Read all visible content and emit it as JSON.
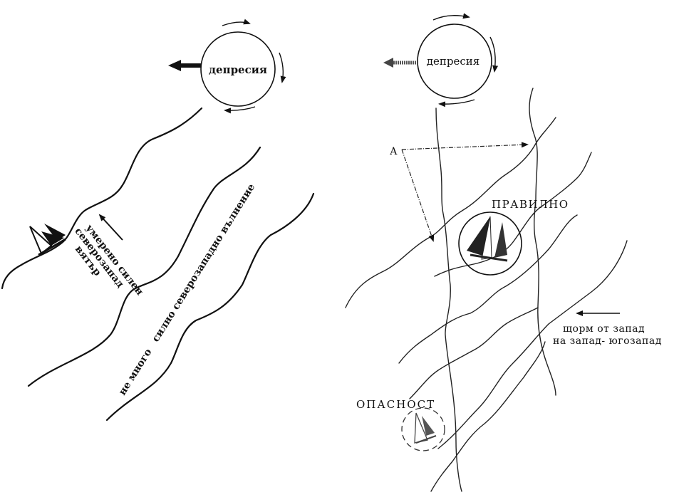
{
  "left_panel": {
    "depression_label": "депресия",
    "wind_label_line1": "умерено силен",
    "wind_label_line2": "северозапад",
    "wind_label_line3": "вятър",
    "swell_label": "не много   силно северозападно вълнение"
  },
  "right_panel": {
    "depression_label": "депресия",
    "point_label": "А",
    "correct_label": "ПРАВИЛНО",
    "danger_label": "ОПАСНОСТ",
    "storm_label_line1": "щорм от запад",
    "storm_label_line2": "на запад- югозапад"
  },
  "colors": {
    "ink": "#111111",
    "paper": "#ffffff"
  }
}
